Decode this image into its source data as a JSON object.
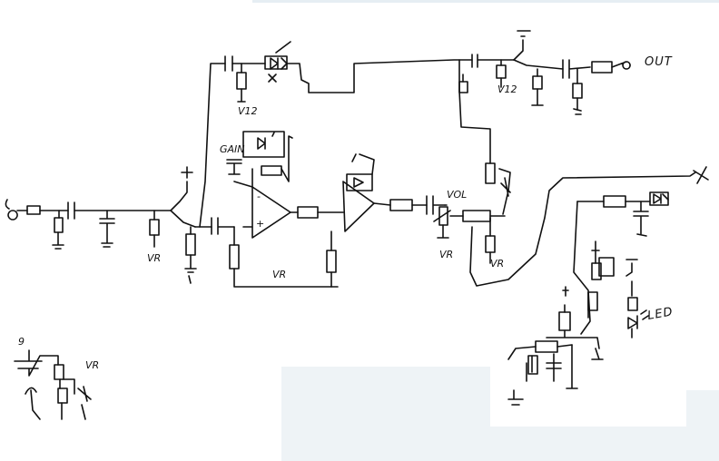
{
  "labels": {
    "out": "OUT",
    "gain": "GAIN",
    "vol": "VOL",
    "led": "LED",
    "vr_input": "VR",
    "vr_bias": "VR",
    "vr_vol": "VR",
    "vr_tone": "VR",
    "vr_supply": "VR",
    "v12_a": "V12",
    "v12_b": "V12",
    "supply_9": "9"
  },
  "colors": {
    "ink": "#111111",
    "paper": "#ffffff",
    "panel": "#eef3f6"
  }
}
